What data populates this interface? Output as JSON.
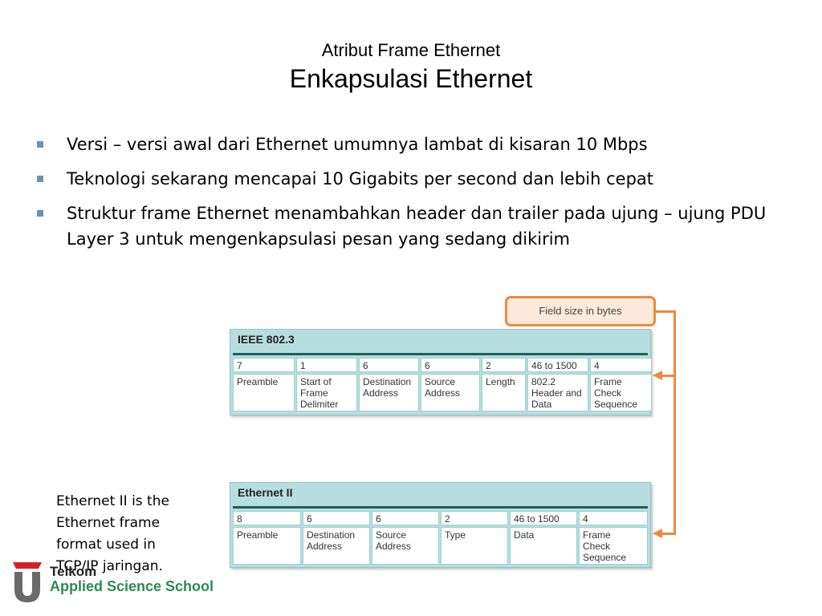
{
  "subtitle": "Atribut Frame Ethernet",
  "title": "Enkapsulasi Ethernet",
  "bullets": [
    "Versi – versi awal dari Ethernet umumnya lambat di kisaran 10 Mbps",
    "Teknologi sekarang mencapai 10 Gigabits per second dan lebih cepat",
    "Struktur frame Ethernet menambahkan header dan trailer pada ujung – ujung PDU Layer 3  untuk mengenkapsulasi pesan yang sedang dikirim"
  ],
  "diagram": {
    "field_size_label": "Field size in bytes",
    "ieee": {
      "title": "IEEE 802.3",
      "sizes": [
        "7",
        "1",
        "6",
        "6",
        "2",
        "46 to 1500",
        "4"
      ],
      "fields": [
        "Preamble",
        "Start of\nFrame\nDelimiter",
        "Destination\nAddress",
        "Source\nAddress",
        "Length",
        "802.2\nHeader and\nData",
        "Frame\nCheck\nSequence"
      ]
    },
    "ethernet2": {
      "title": "Ethernet II",
      "sizes": [
        "8",
        "6",
        "6",
        "2",
        "46 to 1500",
        "4"
      ],
      "fields": [
        "Preamble",
        "Destination\nAddress",
        "Source\nAddress",
        "Type",
        "Data",
        "Frame\nCheck\nSequence"
      ]
    }
  },
  "note": "Ethernet II is the Ethernet frame format used in TCP/IP jaringan.",
  "logo": {
    "word": "Telkom",
    "subtitle": "Applied Science School",
    "colors": {
      "red": "#d71f26",
      "gray": "#6a6a6a",
      "green": "#2b8a57"
    }
  }
}
